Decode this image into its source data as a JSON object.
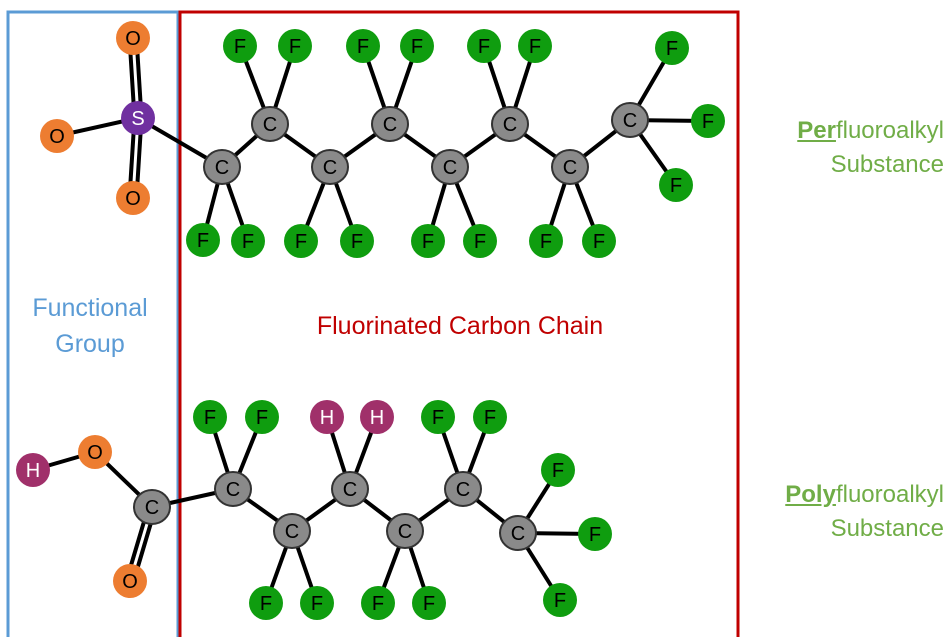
{
  "labels": {
    "functional_group": [
      "Functional",
      "Group"
    ],
    "carbon_chain": "Fluorinated Carbon Chain",
    "perfluoro": {
      "prefix": "Per",
      "rest": "fluoroalkyl",
      "line2": "Substance"
    },
    "polyfluoro": {
      "prefix": "Poly",
      "rest": "fluoroalkyl",
      "line2": "Substance"
    }
  },
  "colors": {
    "functional_group_box": "#5b9bd5",
    "carbon_chain_box": "#c00000",
    "side_label": "#70ad47",
    "fluorine": "#0f9d0f",
    "carbon": "#8a8a8a",
    "oxygen": "#ed7d31",
    "sulfur": "#7030a0",
    "hydrogen": "#a0306a"
  },
  "atom_symbols": {
    "fluorine": "F",
    "carbon": "C",
    "oxygen": "O",
    "sulfur": "S",
    "hydrogen": "H"
  }
}
